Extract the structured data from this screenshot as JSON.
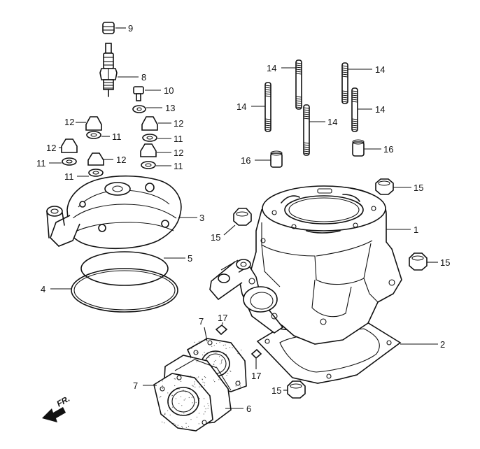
{
  "diagram": {
    "direction_label": "FR.",
    "callouts": {
      "c1": "1",
      "c2": "2",
      "c3": "3",
      "c4": "4",
      "c5": "5",
      "c6": "6",
      "c7a": "7",
      "c7b": "7",
      "c8": "8",
      "c9": "9",
      "c10": "10",
      "c11a": "11",
      "c11b": "11",
      "c11c": "11",
      "c11d": "11",
      "c11e": "11",
      "c12a": "12",
      "c12b": "12",
      "c12c": "12",
      "c12d": "12",
      "c12e": "12",
      "c13": "13",
      "c14a": "14",
      "c14b": "14",
      "c14c": "14",
      "c14d": "14",
      "c14e": "14",
      "c15a": "15",
      "c15b": "15",
      "c15c": "15",
      "c15d": "15",
      "c16a": "16",
      "c16b": "16",
      "c17a": "17",
      "c17b": "17"
    }
  }
}
